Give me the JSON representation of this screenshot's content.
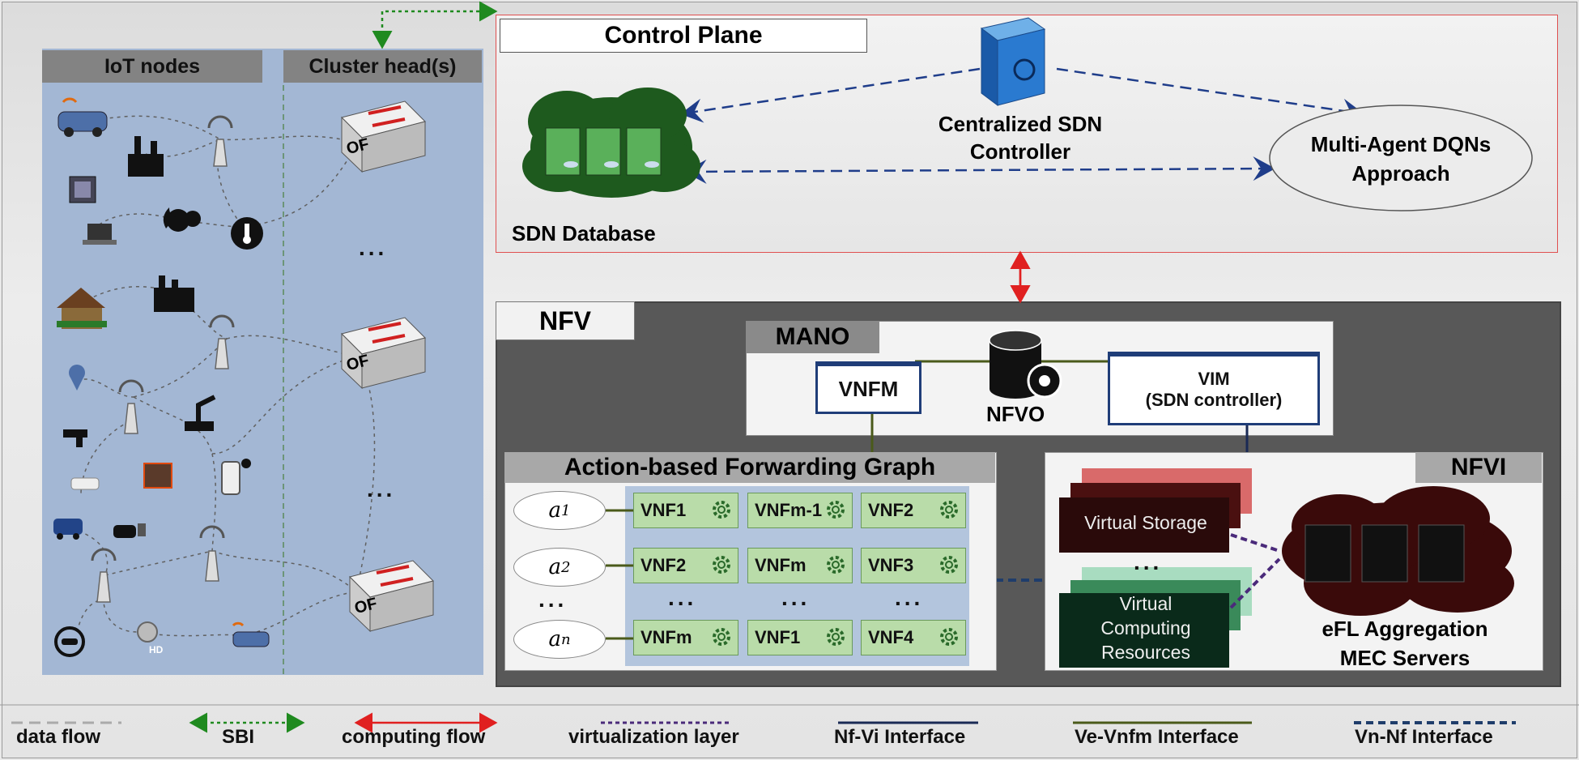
{
  "iot": {
    "iot_nodes_label": "IoT nodes",
    "cluster_heads_label": "Cluster head(s)",
    "switch_label": "OF",
    "ellipsis": "..."
  },
  "control_plane": {
    "title": "Control Plane",
    "controller_label": [
      "Centralized SDN",
      "Controller"
    ],
    "database_label": "SDN Database",
    "dqn_label": [
      "Multi-Agent DQNs",
      "Approach"
    ]
  },
  "nfv": {
    "title": "NFV",
    "mano": {
      "title": "MANO",
      "vnfm": "VNFM",
      "nfvo": "NFVO",
      "vim": [
        "VIM",
        "(SDN controller)"
      ]
    },
    "forwarding_graph": {
      "title": "Action-based Forwarding Graph",
      "actions": [
        {
          "base": "a",
          "sub": "1"
        },
        {
          "base": "a",
          "sub": "2"
        },
        {
          "base": "a",
          "sub": "n"
        }
      ],
      "rows": [
        [
          "VNF1",
          "VNFm-1",
          "VNF2"
        ],
        [
          "VNF2",
          "VNFm",
          "VNF3"
        ],
        [
          "VNFm",
          "VNF1",
          "VNF4"
        ]
      ],
      "ellipsis": "..."
    },
    "nfvi": {
      "title": "NFVI",
      "virtual_storage": "Virtual Storage",
      "virtual_computing": [
        "Virtual",
        "Computing",
        "Resources"
      ],
      "mec_label": [
        "eFL Aggregation",
        "MEC Servers"
      ],
      "ellipsis": "..."
    }
  },
  "legend": {
    "items": [
      "data flow",
      "SBI",
      "computing flow",
      "virtualization layer",
      "Nf-Vi Interface",
      "Ve-Vnfm Interface",
      "Vn-Nf Interface"
    ]
  },
  "colors": {
    "control_plane_border": "#e05050",
    "sbi": "#1f8a1f",
    "computing_flow": "#e02020",
    "virtualization": "#4a2a7a",
    "nf_vi": "#1a2a55",
    "ve_vnfm": "#4a5a1a",
    "vn_nf": "#1f3d6b",
    "vnf_fill": "#b9dca9",
    "nfv_bg": "#585858"
  }
}
